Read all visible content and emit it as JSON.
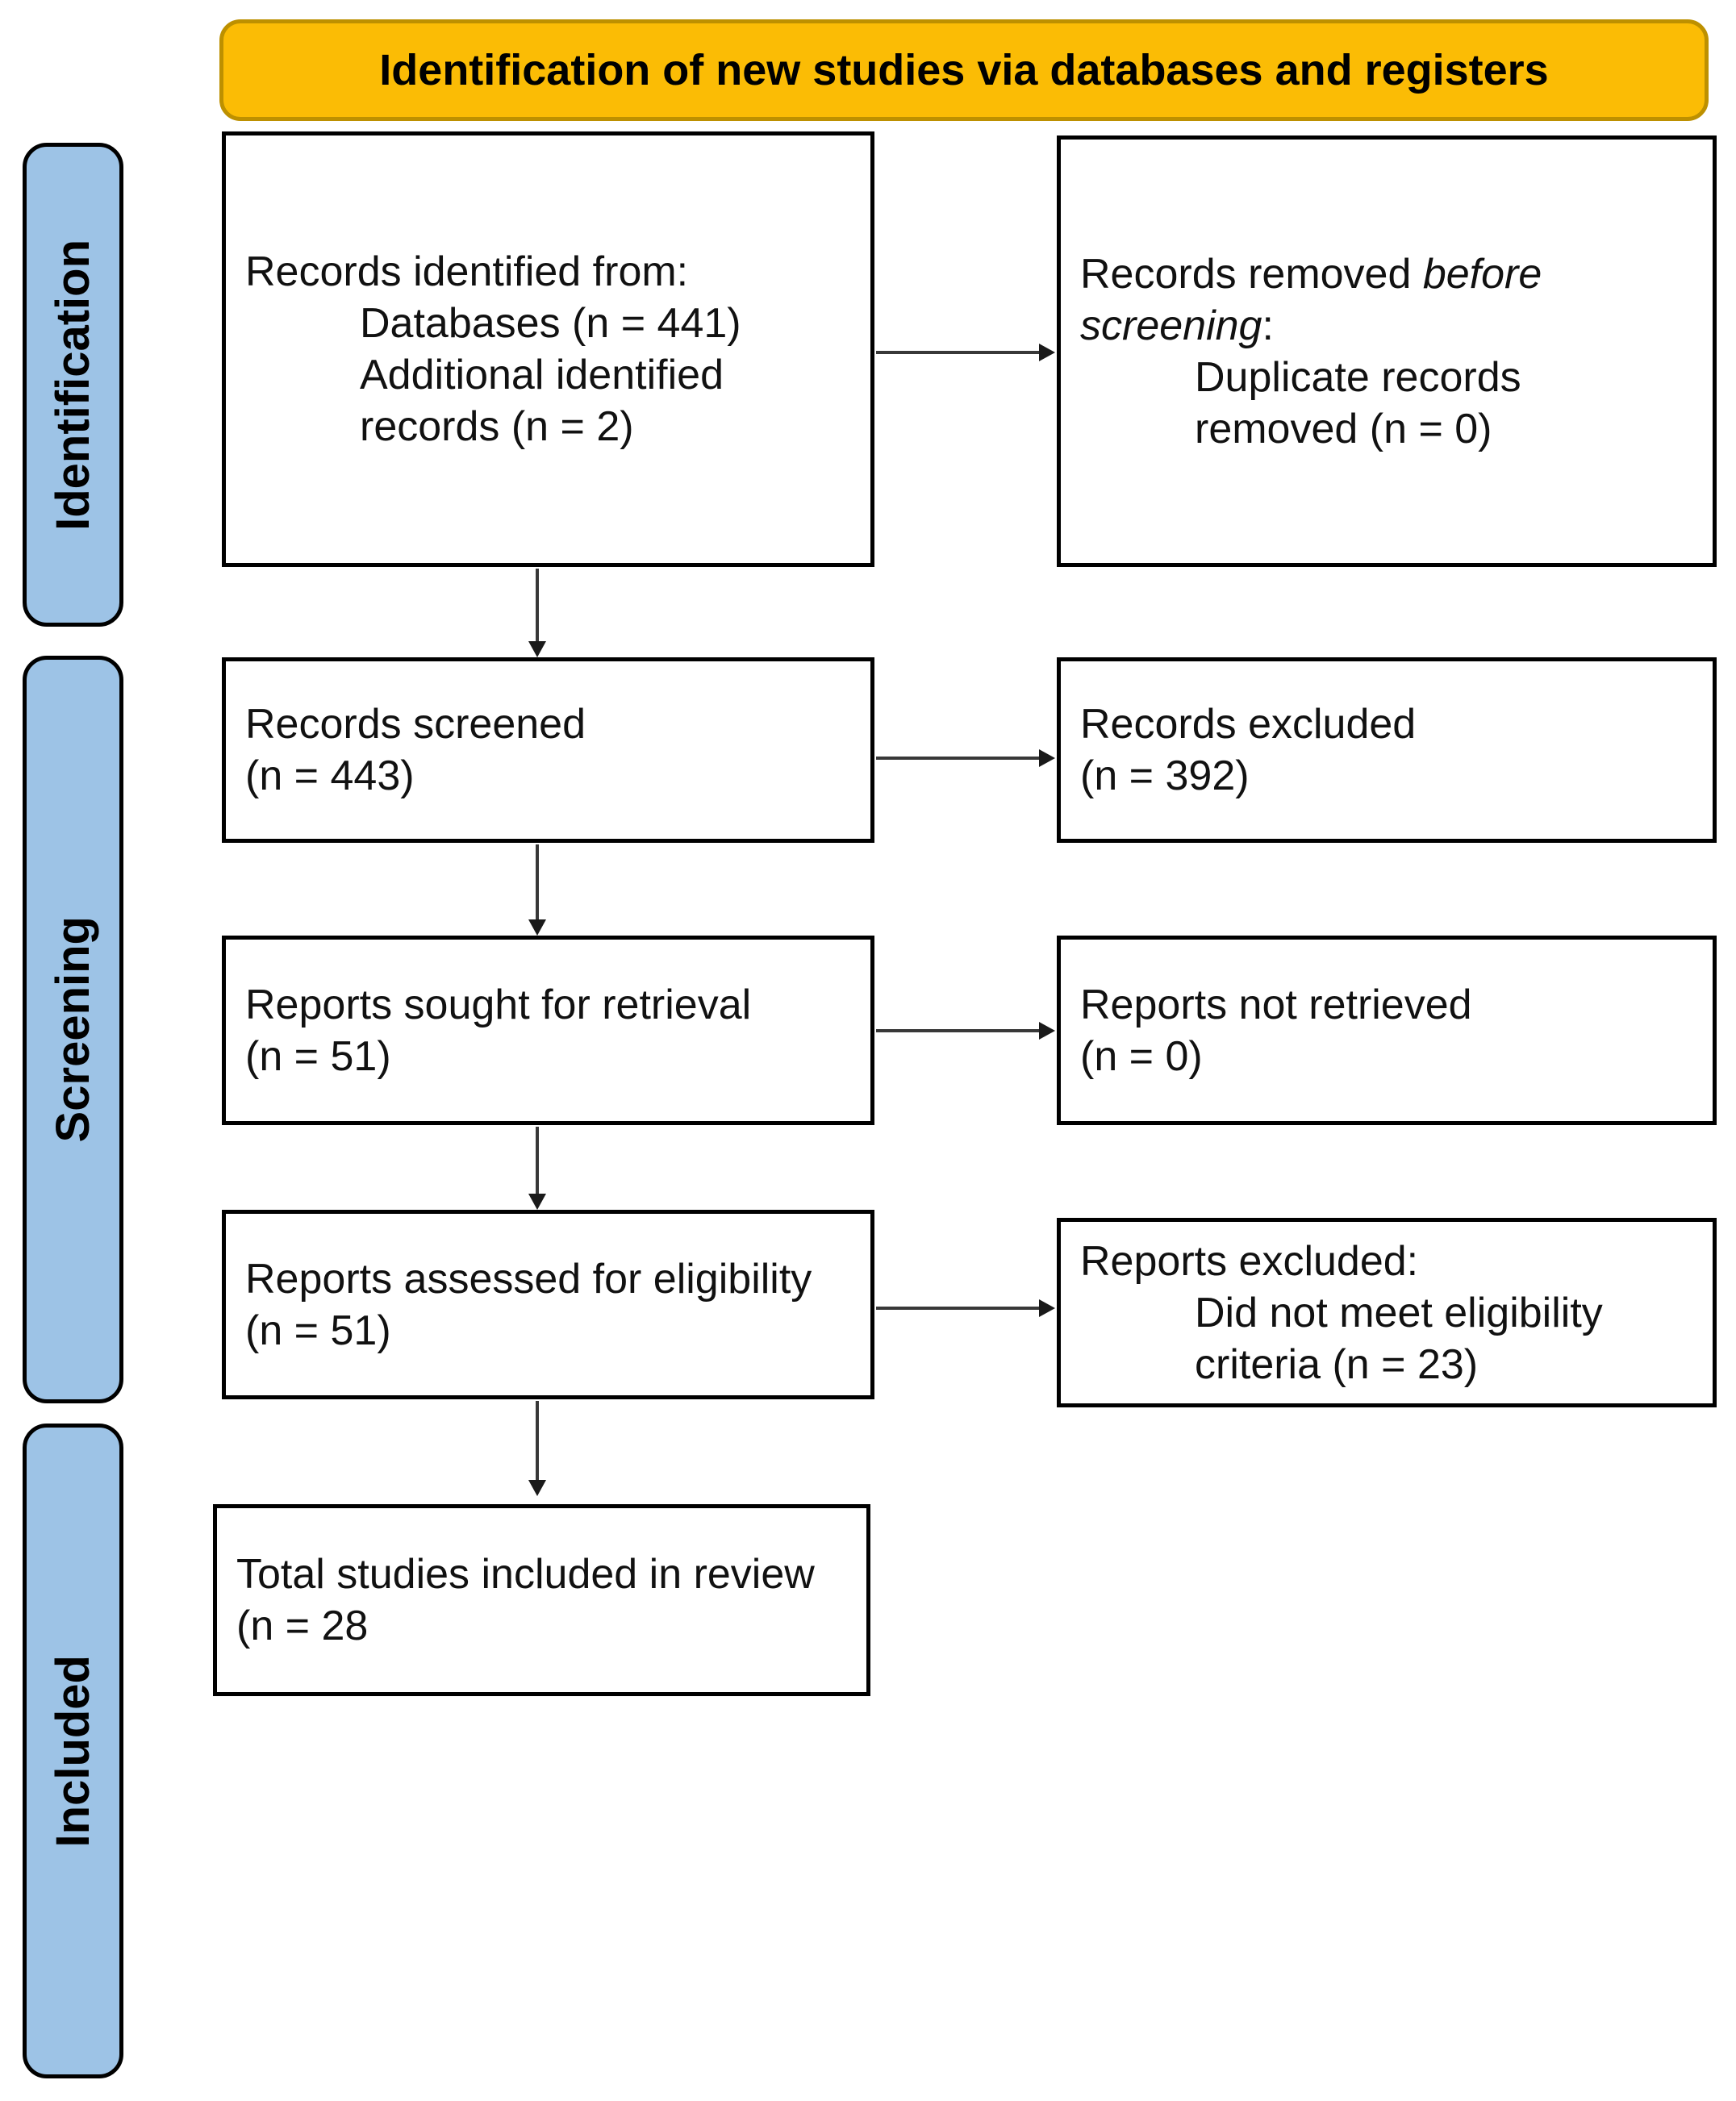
{
  "header": {
    "title": "Identification of new studies via databases and registers"
  },
  "stages": [
    {
      "label": "Identification"
    },
    {
      "label": "Screening"
    },
    {
      "label": "Included"
    }
  ],
  "boxes": {
    "records_identified": {
      "intro": "Records identified from:",
      "items": [
        "Databases (n = 441)",
        "Additional identified records (n = 2)"
      ]
    },
    "records_removed": {
      "pre": "Records removed ",
      "emph": "before screening",
      "post": ":",
      "items": [
        "Duplicate records removed (n = 0)"
      ]
    },
    "records_screened": {
      "lines": [
        "Records screened",
        "(n = 443)"
      ]
    },
    "records_excluded": {
      "lines": [
        "Records excluded",
        "(n = 392)"
      ]
    },
    "reports_sought": {
      "lines": [
        "Reports sought for retrieval",
        "(n = 51)"
      ]
    },
    "reports_not_retrieved": {
      "lines": [
        "Reports not retrieved",
        "(n = 0)"
      ]
    },
    "reports_assessed": {
      "lines": [
        "Reports assessed for eligibility",
        "(n = 51)"
      ]
    },
    "reports_excluded": {
      "intro": "Reports excluded:",
      "items": [
        "Did not meet eligibility criteria (n = 23)"
      ]
    },
    "total_included": {
      "lines": [
        "Total studies included in review",
        "(n = 28"
      ]
    }
  },
  "colors": {
    "banner_bg": "#FBBC05",
    "banner_border": "#BD9000",
    "stage_bg": "#9DC3E6",
    "box_border": "#000000",
    "arrow": "#383838"
  }
}
